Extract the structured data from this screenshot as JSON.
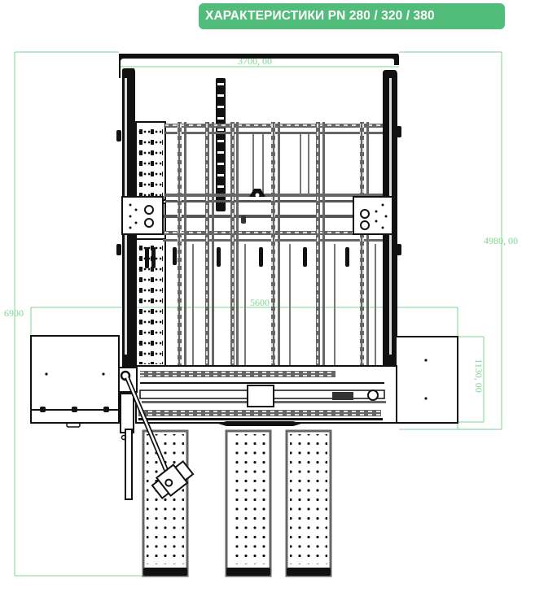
{
  "header": {
    "title": "ХАРАКТЕРИСТИКИ PN 280 / 320 / 380"
  },
  "colors": {
    "badge": "#52bd7a",
    "dimension_lines": "#7fd68f",
    "drawing_lines": "#111111"
  },
  "dimensions": {
    "width_top": "3700, 00",
    "height_right": "4980, 00",
    "height_left": "6900",
    "width_middle": "5600",
    "side_table_depth": "1130, 00"
  },
  "drawing": {
    "subject": "machine top-view layout",
    "conveyor_strips": 3,
    "side_tables": 2
  }
}
